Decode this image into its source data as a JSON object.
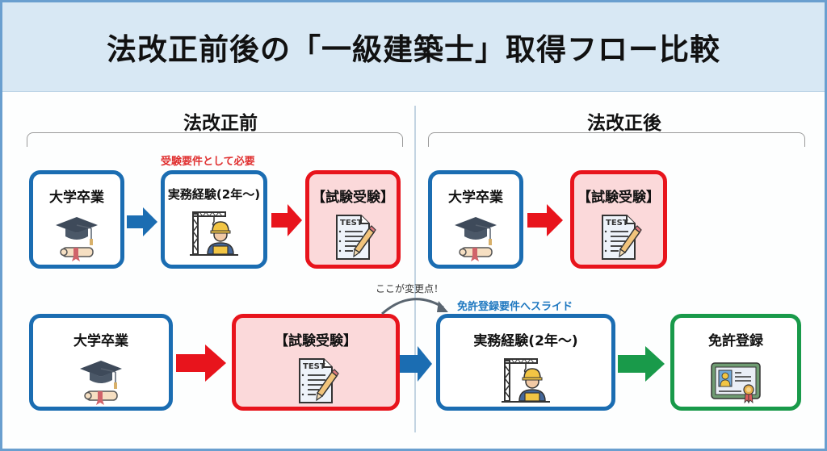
{
  "title": "法改正前後の「一級建築士」取得フロー比較",
  "sections": {
    "before": {
      "title": "法改正前"
    },
    "after": {
      "title": "法改正後"
    }
  },
  "before_flow": {
    "annotation": "受験要件として必要",
    "steps": [
      {
        "label": "大学卒業",
        "icon": "graduation-cap-diploma-icon"
      },
      {
        "label": "実務経験(2年〜)",
        "icon": "construction-worker-crane-icon"
      },
      {
        "label": "【試験受験】",
        "icon": "test-paper-pencil-icon"
      }
    ]
  },
  "after_top_flow": {
    "steps": [
      {
        "label": "大学卒業",
        "icon": "graduation-cap-diploma-icon"
      },
      {
        "label": "【試験受験】",
        "icon": "test-paper-pencil-icon"
      }
    ]
  },
  "bottom_flow": {
    "change_note": "ここが変更点！",
    "slide_note": "免許登録要件へスライド",
    "steps": [
      {
        "label": "大学卒業",
        "icon": "graduation-cap-diploma-icon"
      },
      {
        "label": "【試験受験】",
        "icon": "test-paper-pencil-icon"
      },
      {
        "label": "実務経験(2年〜)",
        "icon": "construction-worker-crane-icon"
      },
      {
        "label": "免許登録",
        "icon": "license-certificate-icon"
      }
    ]
  },
  "icon_text": {
    "test": "TEST"
  },
  "colors": {
    "blue": "#1b6db2",
    "red": "#e8141c",
    "green": "#199a4a",
    "header_bg": "#d8e8f4",
    "red_fill": "#fbd9da",
    "annotation_red": "#e03030",
    "annotation_blue": "#1e78c0"
  }
}
